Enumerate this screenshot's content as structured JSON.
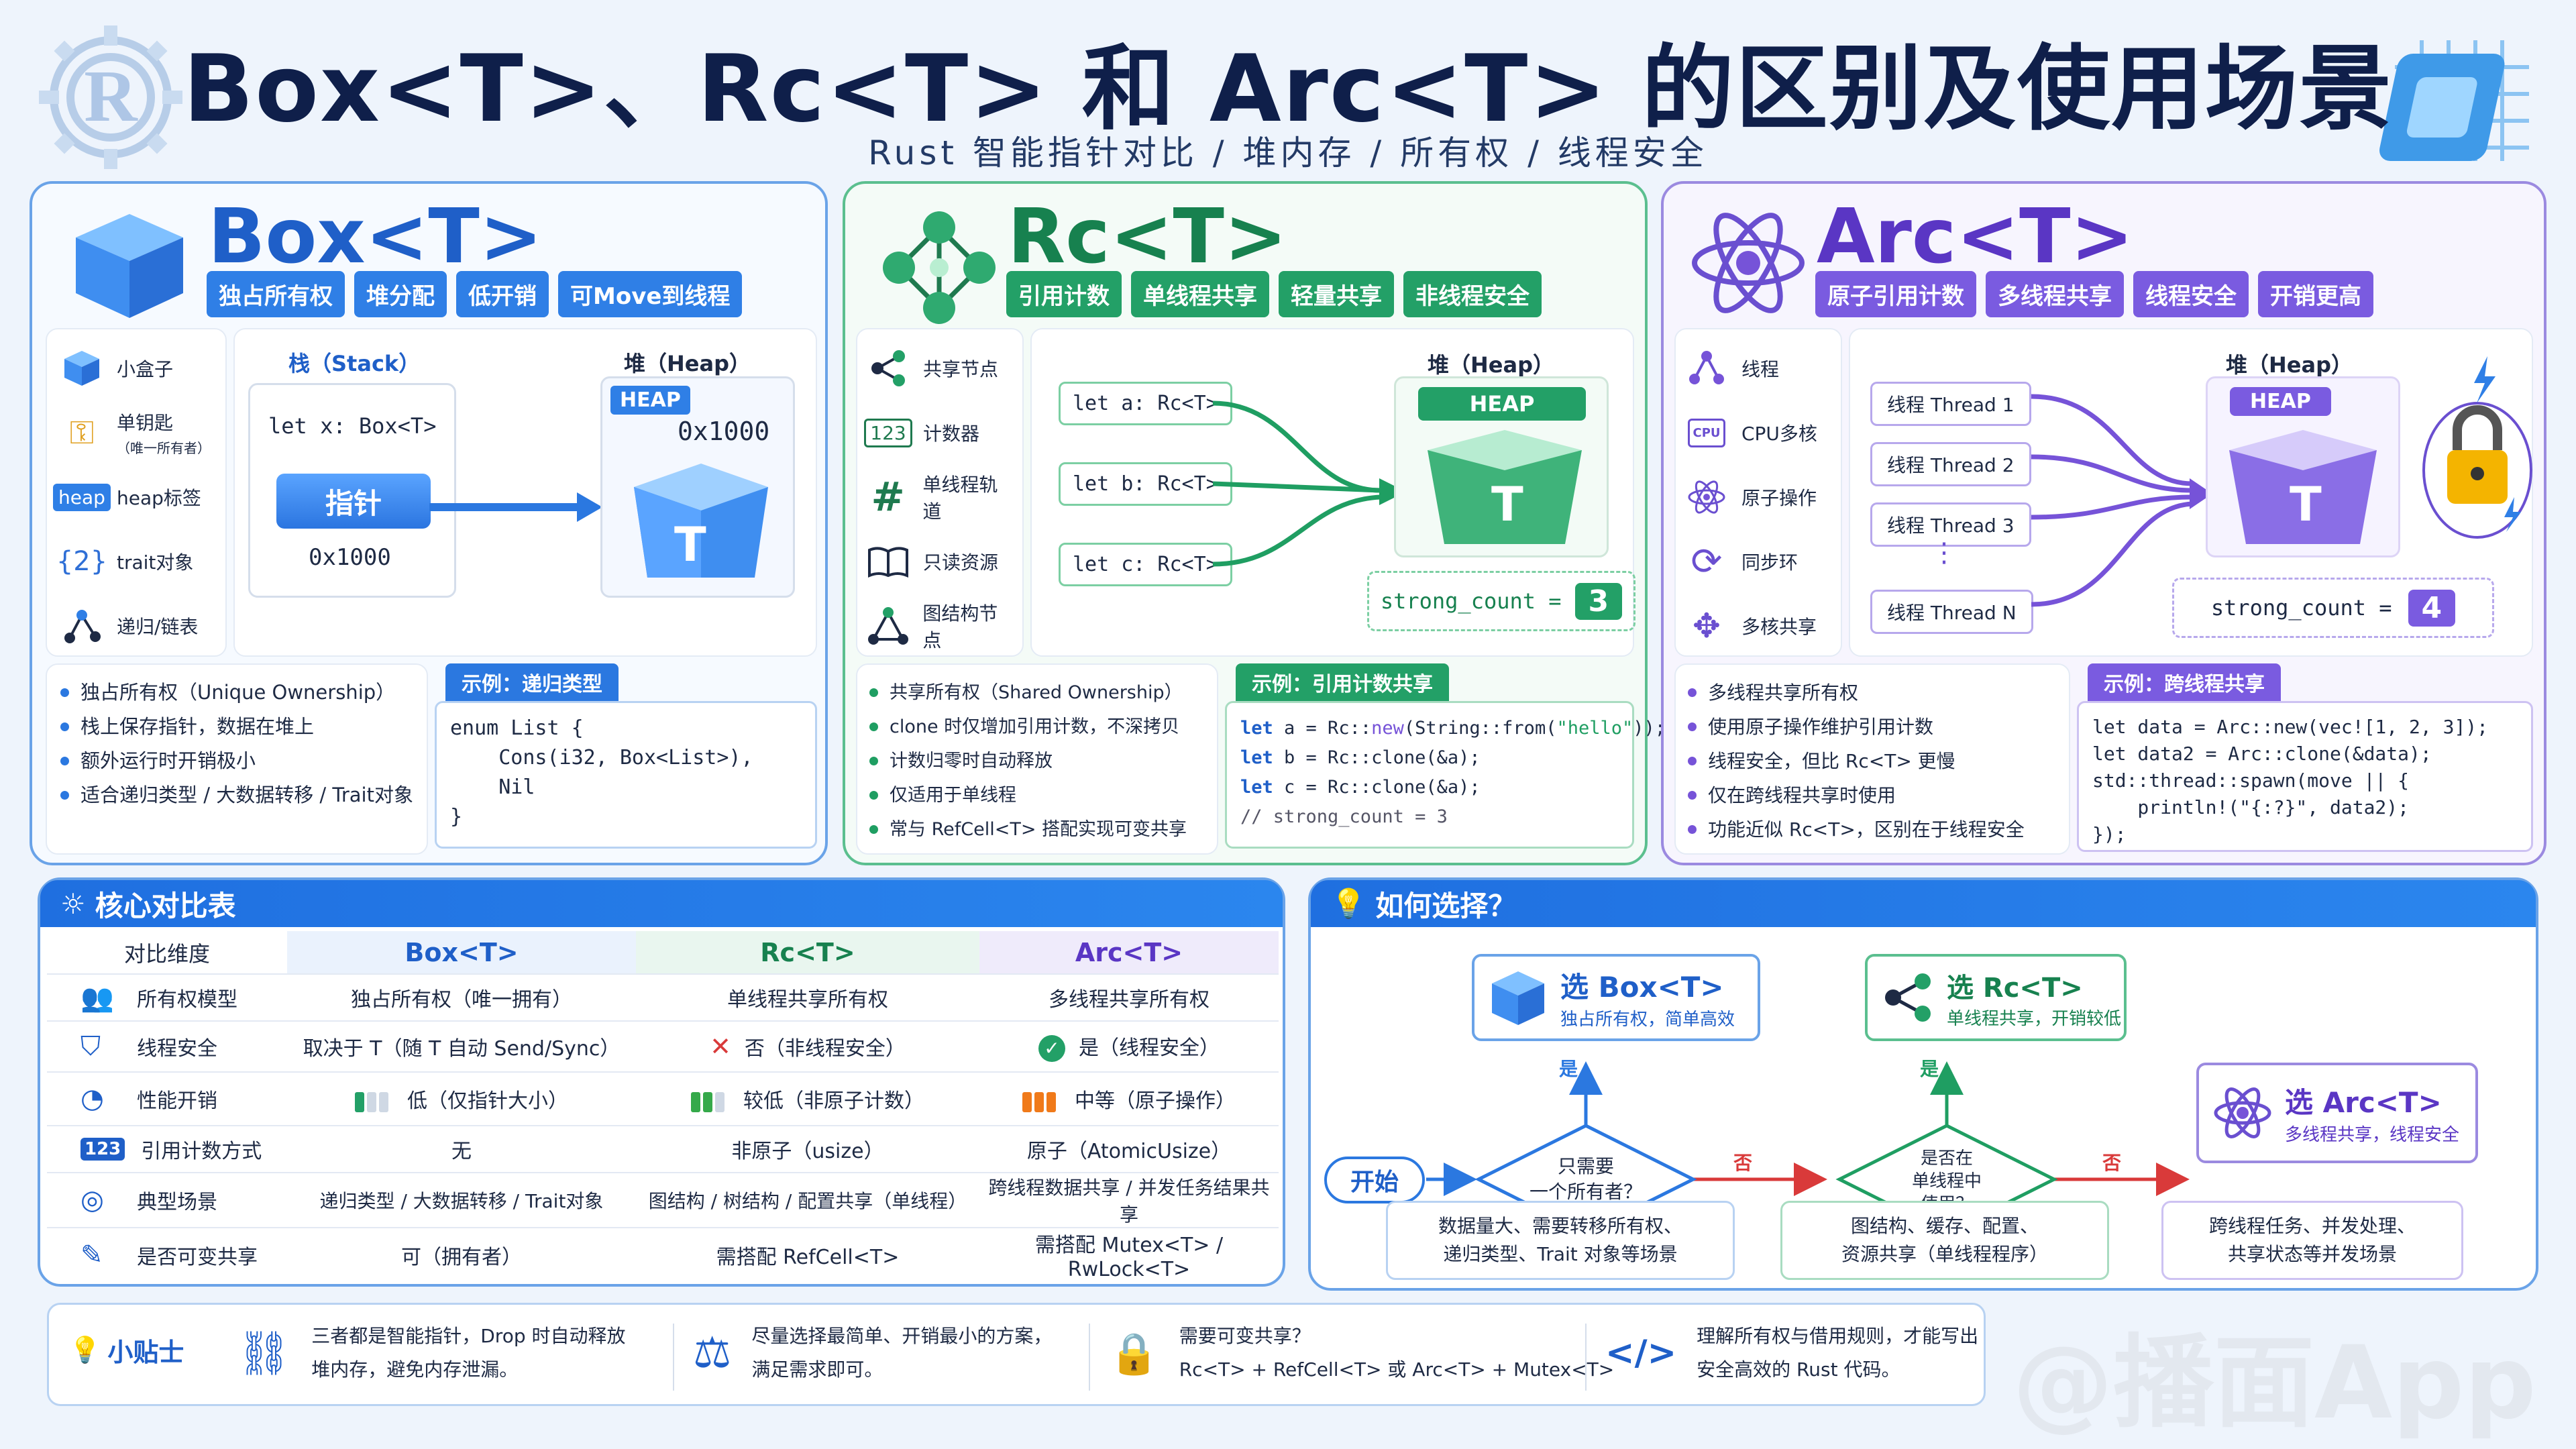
{
  "header": {
    "title": "Box<T>、Rc<T> 和 Arc<T> 的区别及使用场景",
    "subtitle": "Rust 智能指针对比 / 堆内存 / 所有权 / 线程安全"
  },
  "colors": {
    "blue": "#2b78e0",
    "green": "#1f9e62",
    "purple": "#7653d8",
    "red": "#d93a3a"
  },
  "box": {
    "title": "Box<T>",
    "tags": [
      "独占所有权",
      "堆分配",
      "低开销",
      "可Move到线程"
    ],
    "legend": [
      {
        "icon": "cube-icon",
        "label": "小盒子"
      },
      {
        "icon": "key-icon",
        "label": "单钥匙",
        "note": "（唯一所有者）"
      },
      {
        "icon": "heap-badge-icon",
        "badge": "heap",
        "label": "heap标签"
      },
      {
        "icon": "braces-icon",
        "badge": "{2}",
        "label": "trait对象"
      },
      {
        "icon": "graph-link-icon",
        "label": "递归/链表"
      }
    ],
    "stack_label": "栈（Stack）",
    "heap_label": "堆（Heap）",
    "decl": "let x: Box<T>",
    "pointer": "指针",
    "addr": "0x1000",
    "heap_badge": "HEAP",
    "heap_addr": "0x1000",
    "box_letter": "T",
    "bullets": [
      "独占所有权（Unique Ownership）",
      "栈上保存指针，数据在堆上",
      "额外运行时开销极小",
      "适合递归类型 / 大数据转移 / Trait对象"
    ],
    "example_title": "示例：递归类型",
    "example_code": "enum List {\n    Cons(i32, Box<List>),\n    Nil\n}"
  },
  "rc": {
    "title": "Rc<T>",
    "tags": [
      "引用计数",
      "单线程共享",
      "轻量共享",
      "非线程安全"
    ],
    "legend": [
      {
        "icon": "share-node-icon",
        "label": "共享节点"
      },
      {
        "icon": "counter-icon",
        "badge": "123",
        "label": "计数器"
      },
      {
        "icon": "track-icon",
        "badge": "#",
        "label": "单线程轨道"
      },
      {
        "icon": "book-icon",
        "label": "只读资源"
      },
      {
        "icon": "graph-node-icon",
        "label": "图结构节点"
      }
    ],
    "heap_label": "堆（Heap）",
    "refs": [
      "let a: Rc<T>",
      "let b: Rc<T>",
      "let c: Rc<T>"
    ],
    "heap_badge": "HEAP",
    "box_letter": "T",
    "count_label": "strong_count =",
    "count": "3",
    "bullets": [
      "共享所有权（Shared Ownership）",
      "clone 时仅增加引用计数，不深拷贝",
      "计数归零时自动释放",
      "仅适用于单线程",
      "常与 RefCell<T> 搭配实现可变共享"
    ],
    "example_title": "示例：引用计数共享",
    "example_lines": [
      [
        "let",
        " a = Rc::",
        "new",
        "(String::from(",
        "\"hello\"",
        "));"
      ],
      [
        "let",
        " b = Rc::clone(&a);"
      ],
      [
        "let",
        " c = Rc::clone(&a);"
      ],
      [
        "// strong_count = 3"
      ]
    ]
  },
  "arc": {
    "title": "Arc<T>",
    "tags": [
      "原子引用计数",
      "多线程共享",
      "线程安全",
      "开销更高"
    ],
    "legend": [
      {
        "icon": "thread-icon",
        "label": "线程"
      },
      {
        "icon": "cpu-icon",
        "badge": "CPU",
        "label": "CPU多核"
      },
      {
        "icon": "atom-icon",
        "label": "原子操作"
      },
      {
        "icon": "sync-icon",
        "label": "同步环"
      },
      {
        "icon": "multicore-share-icon",
        "label": "多核共享"
      }
    ],
    "heap_label": "堆（Heap）",
    "threads": [
      "线程 Thread 1",
      "线程 Thread 2",
      "线程 Thread 3",
      "线程 Thread N"
    ],
    "dots": "⋮",
    "heap_badge": "HEAP",
    "box_letter": "T",
    "count_label": "strong_count =",
    "count": "4",
    "bullets": [
      "多线程共享所有权",
      "使用原子操作维护引用计数",
      "线程安全，但比 Rc<T> 更慢",
      "仅在跨线程共享时使用",
      "功能近似 Rc<T>，区别在于线程安全"
    ],
    "example_title": "示例：跨线程共享",
    "example_code": "let data = Arc::new(vec![1, 2, 3]);\nlet data2 = Arc::clone(&data);\nstd::thread::spawn(move || {\n    println!(\"{:?}\", data2);\n});"
  },
  "compare": {
    "title": "核心对比表",
    "headers": [
      "对比维度",
      "Box<T>",
      "Rc<T>",
      "Arc<T>"
    ],
    "rows": [
      {
        "icon": "users-icon",
        "dim": "所有权模型",
        "box": "独占所有权（唯一拥有）",
        "rc": "单线程共享所有权",
        "arc": "多线程共享所有权"
      },
      {
        "icon": "shield-icon",
        "dim": "线程安全",
        "box": "取决于 T（随 T 自动 Send/Sync）",
        "rc": "否（非线程安全）",
        "arc": "是（线程安全）"
      },
      {
        "icon": "gauge-icon",
        "dim": "性能开销",
        "box": "低（仅指针大小）",
        "rc": "较低（非原子计数）",
        "arc": "中等（原子操作）"
      },
      {
        "icon": "counter-icon",
        "dim": "引用计数方式",
        "box": "无",
        "rc": "非原子（usize）",
        "arc": "原子（AtomicUsize）"
      },
      {
        "icon": "target-icon",
        "dim": "典型场景",
        "box": "递归类型 / 大数据转移 / Trait对象",
        "rc": "图结构 / 树结构 / 配置共享（单线程）",
        "arc": "跨线程数据共享 / 并发任务结果共享"
      },
      {
        "icon": "edit-icon",
        "dim": "是否可变共享",
        "box": "可（拥有者）",
        "rc": "需搭配 RefCell<T>",
        "arc": "需搭配 Mutex<T> / RwLock<T>"
      }
    ],
    "perf_levels": {
      "box": 1,
      "rc": 2,
      "arc": 3
    }
  },
  "choose": {
    "title": "如何选择？",
    "start": "开始",
    "q1": "只需要\n一个所有者？",
    "q2": "是否在\n单线程中\n使用？",
    "yes": "是",
    "no": "否",
    "box_title": "选 Box<T>",
    "box_sub": "独占所有权，简单高效",
    "rc_title": "选 Rc<T>",
    "rc_sub": "单线程共享，开销较低",
    "arc_title": "选 Arc<T>",
    "arc_sub": "多线程共享，线程安全",
    "box_use": "数据量大、需要转移所有权、\n递归类型、Trait 对象等场景",
    "rc_use": "图结构、缓存、配置、\n资源共享（单线程程序）",
    "arc_use": "跨线程任务、并发处理、\n共享状态等并发场景"
  },
  "tips": {
    "title": "小贴士",
    "items": [
      {
        "icon": "chain-icon",
        "text": "三者都是智能指针，Drop 时自动释放\n堆内存，避免内存泄漏。"
      },
      {
        "icon": "scale-icon",
        "text": "尽量选择最简单、开销最小的方案，\n满足需求即可。"
      },
      {
        "icon": "lock-icon",
        "text": "需要可变共享？\nRc<T> + RefCell<T> 或 Arc<T> + Mutex<T>"
      },
      {
        "icon": "code-icon",
        "text": "理解所有权与借用规则，才能写出\n安全高效的 Rust 代码。"
      }
    ]
  },
  "watermark": "@播面App"
}
